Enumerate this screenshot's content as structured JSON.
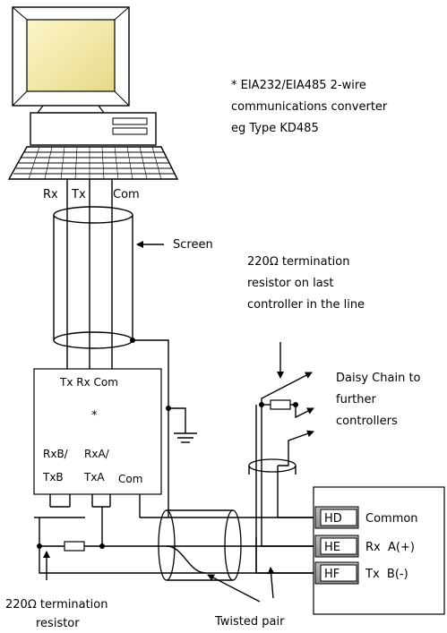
{
  "note": {
    "line1": "* EIA232/EIA485 2-wire",
    "line2": "communications converter",
    "line3": "eg Type KD485"
  },
  "pc_signals": {
    "rx": "Rx",
    "tx": "Tx",
    "com": "Com"
  },
  "screen_label": "Screen",
  "termination_last": {
    "line1": "220Ω termination",
    "line2a": "resistor on ",
    "line2b": "last",
    "line3": "controller in the line"
  },
  "daisy_chain": {
    "line1": "Daisy Chain to",
    "line2": "further",
    "line3": "controllers"
  },
  "converter": {
    "top_labels": "Tx Rx Com",
    "star": "*",
    "rxb": "RxB/",
    "txb": "TxB",
    "rxa": "RxA/",
    "txa": "TxA",
    "com": "Com"
  },
  "controller": {
    "terminals": [
      {
        "id": "HD",
        "function": "Common"
      },
      {
        "id": "HE",
        "function": "Rx  A(+)"
      },
      {
        "id": "HF",
        "function": "Tx  B(-)"
      }
    ]
  },
  "termination_bottom": {
    "line1": "220Ω termination",
    "line2": "resistor"
  },
  "twisted_pair_label": "Twisted pair"
}
